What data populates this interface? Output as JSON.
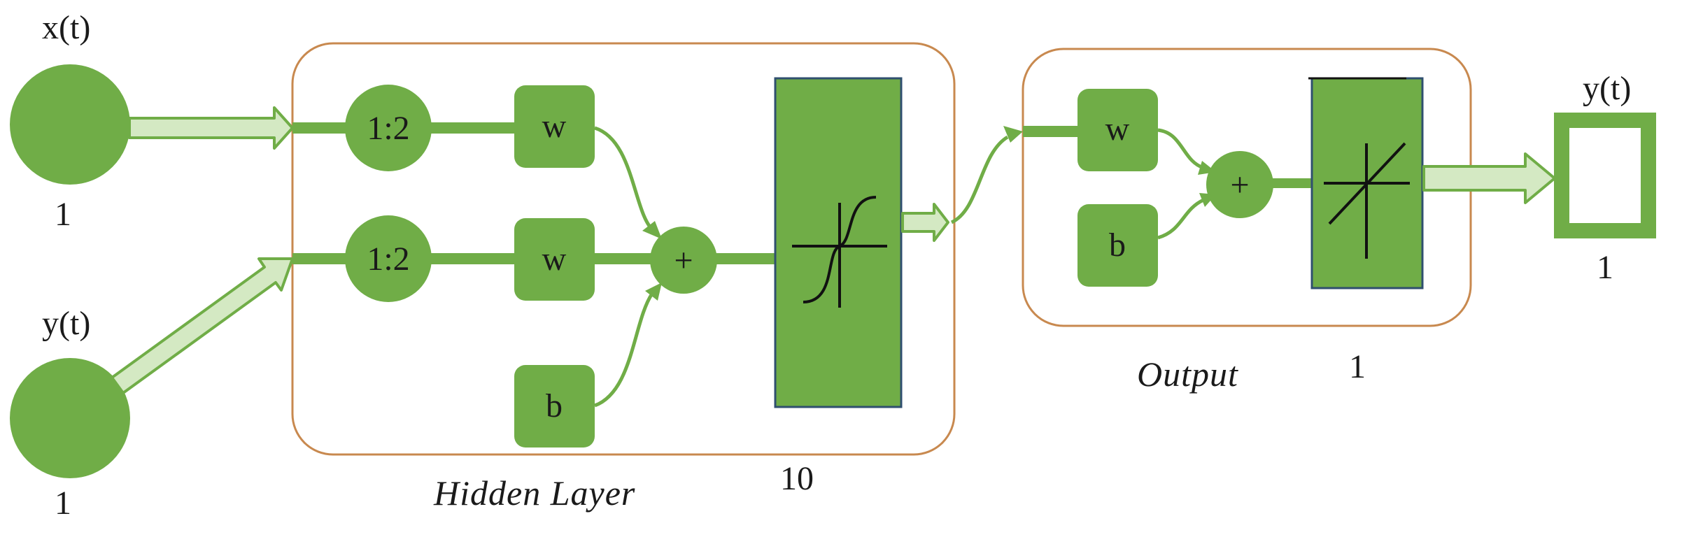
{
  "inputs": {
    "x": {
      "label": "x(t)",
      "size": "1"
    },
    "y": {
      "label": "y(t)",
      "size": "1"
    }
  },
  "hidden_layer": {
    "caption": "Hidden Layer",
    "size": "10",
    "delay_1": "1:2",
    "delay_2": "1:2",
    "weight_1": "w",
    "weight_2": "w",
    "bias": "b",
    "sum": "+",
    "transfer": "tansig-icon"
  },
  "output_layer": {
    "caption": "Output",
    "size": "1",
    "weight": "w",
    "bias": "b",
    "sum": "+",
    "transfer": "purelin-icon"
  },
  "output": {
    "label": "y(t)",
    "size": "1"
  },
  "colors": {
    "node_fill": "#70ad47",
    "light_arrow_fill": "#d4e9c3",
    "layer_border": "#c8894f",
    "transfer_border": "#2f4f6f"
  }
}
